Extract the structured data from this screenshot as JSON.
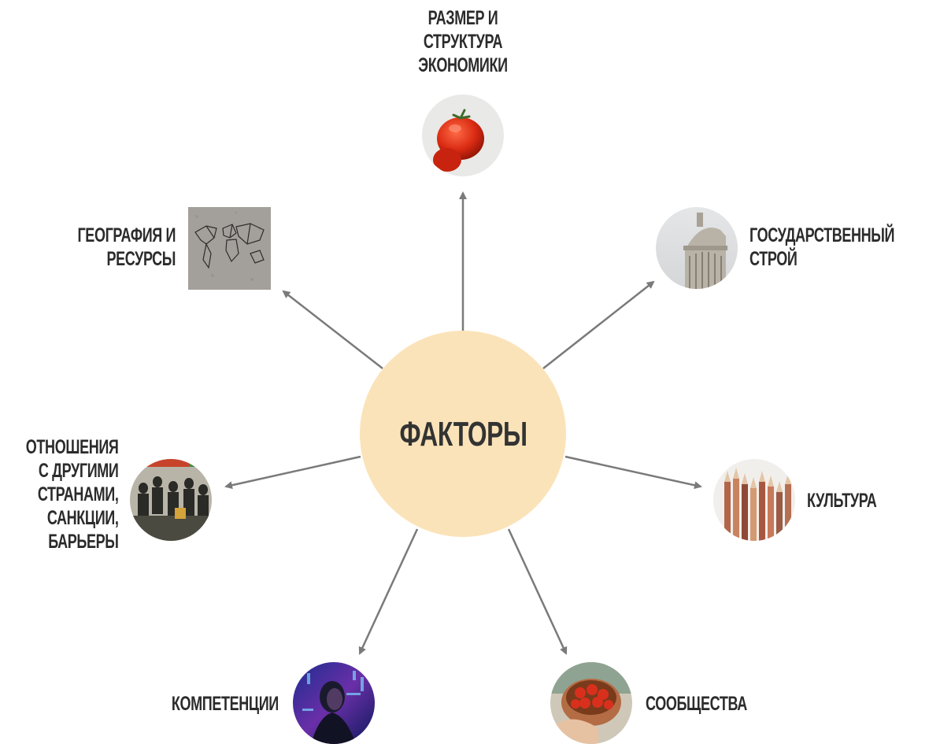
{
  "center": {
    "label": "ФАКТОРЫ",
    "fill": "#fbe3b9"
  },
  "factors": [
    {
      "id": "economy",
      "lines": [
        "РАЗМЕР И",
        "СТРУКТУРА",
        "ЭКОНОМИКИ"
      ],
      "image": "tomato-photo"
    },
    {
      "id": "government",
      "lines": [
        "ГОСУДАРСТВЕННЫЙ",
        "СТРОЙ"
      ],
      "image": "capitol-dome-photo"
    },
    {
      "id": "culture",
      "lines": [
        "КУЛЬТУРА"
      ],
      "image": "colored-pencils-photo"
    },
    {
      "id": "communities",
      "lines": [
        "СООБЩЕСТВА"
      ],
      "image": "cherry-tomatoes-bowl-photo"
    },
    {
      "id": "competencies",
      "lines": [
        "КОМПЕТЕНЦИИ"
      ],
      "image": "person-data-screen-photo"
    },
    {
      "id": "relations",
      "lines": [
        "ОТНОШЕНИЯ",
        "С ДРУГИМИ",
        "СТРАНАМИ,",
        "САНКЦИИ,",
        "БАРЬЕРЫ"
      ],
      "image": "historic-meeting-photo"
    },
    {
      "id": "geography",
      "lines": [
        "ГЕОГРАФИЯ И",
        "РЕСУРСЫ"
      ],
      "image": "world-map-wire-photo"
    }
  ],
  "colors": {
    "arrow": "#7a7a7a",
    "text": "#2b2b2b",
    "center_fill": "#fbe3b9"
  }
}
